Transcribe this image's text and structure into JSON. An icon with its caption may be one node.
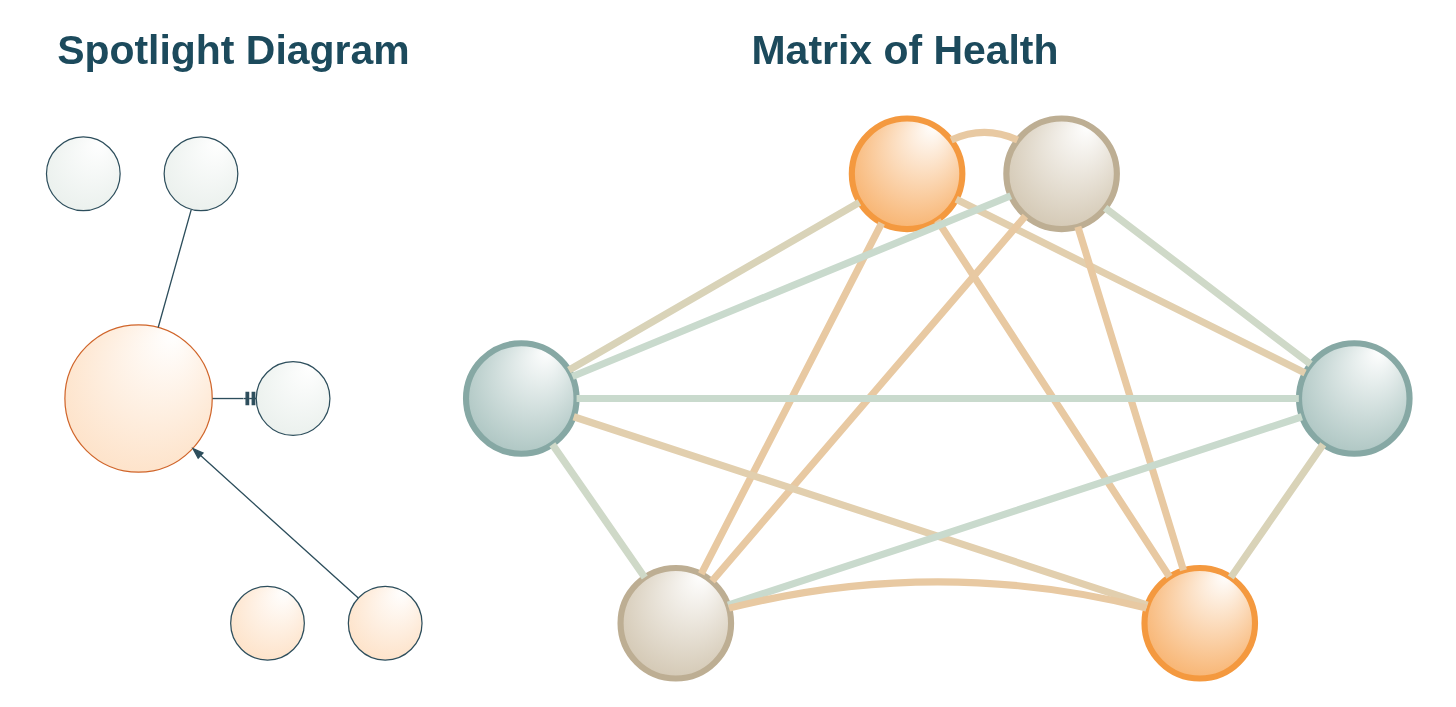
{
  "diagram": {
    "nodes": [
      {
        "text": [],
        "shape": "circle"
      },
      {
        "text": [],
        "shape": "circle"
      },
      {
        "text": [],
        "shape": "circle"
      },
      {
        "text": [],
        "shape": "circle"
      },
      {
        "text": [],
        "shape": "circle"
      },
      {
        "text": [],
        "shape": "circle"
      },
      {
        "text": [],
        "shape": "circle"
      },
      {
        "text": [],
        "shape": "circle"
      },
      {
        "text": [],
        "shape": "circle"
      },
      {
        "text": [],
        "shape": "circle"
      },
      {
        "text": [],
        "shape": "circle"
      },
      {
        "text": [],
        "shape": "circle"
      }
    ],
    "edges": [
      {
        "from": 2,
        "to": 1,
        "arrow": "none",
        "color": "#2d4e5c"
      },
      {
        "from": 2,
        "to": 3,
        "arrow": "other",
        "color": "#2d4e5c"
      },
      {
        "from": 5,
        "to": 2,
        "arrow": "to",
        "color": "#2d4e5c"
      },
      {
        "from": 6,
        "to": 7,
        "arrow": "none",
        "color": "#e8c9a2"
      },
      {
        "from": 6,
        "to": 8,
        "arrow": "none",
        "color": "#d9d3b8"
      },
      {
        "from": 6,
        "to": 9,
        "arrow": "none",
        "color": "#e2cfae"
      },
      {
        "from": 6,
        "to": 10,
        "arrow": "none",
        "color": "#e8c9a2"
      },
      {
        "from": 6,
        "to": 11,
        "arrow": "none",
        "color": "#e8c9a2"
      },
      {
        "from": 7,
        "to": 8,
        "arrow": "none",
        "color": "#c9dacd"
      },
      {
        "from": 7,
        "to": 9,
        "arrow": "none",
        "color": "#cfd9c8"
      },
      {
        "from": 7,
        "to": 10,
        "arrow": "none",
        "color": "#e8c9a2"
      },
      {
        "from": 7,
        "to": 11,
        "arrow": "none",
        "color": "#e8c9a2"
      },
      {
        "from": 8,
        "to": 9,
        "arrow": "none",
        "color": "#c9dacd"
      },
      {
        "from": 8,
        "to": 10,
        "arrow": "none",
        "color": "#cfd9c8"
      },
      {
        "from": 8,
        "to": 11,
        "arrow": "none",
        "color": "#e2cfae"
      },
      {
        "from": 9,
        "to": 10,
        "arrow": "none",
        "color": "#c9dacd"
      },
      {
        "from": 9,
        "to": 11,
        "arrow": "none",
        "color": "#d9d3b8"
      },
      {
        "from": 10,
        "to": 11,
        "arrow": "none",
        "color": "#e8c9a2"
      }
    ],
    "labels": [
      "Spotlight Diagram",
      "Matrix of Health"
    ]
  }
}
